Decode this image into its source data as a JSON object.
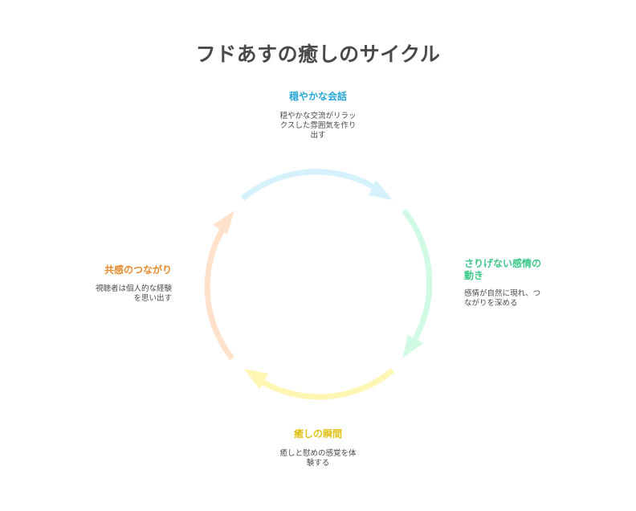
{
  "title": "フドあすの癒しのサイクル",
  "colors": {
    "top": "#27A8D8",
    "right": "#3CC98A",
    "bottom": "#E1C21B",
    "left": "#E68A2E",
    "arc_top": "#D4F1FC",
    "arc_right": "#D0FAE3",
    "arc_bottom": "#FFF6B3",
    "arc_left": "#FFE1CC"
  },
  "nodes": {
    "top": {
      "title": "穏やかな会話",
      "desc_lines": [
        "穏やかな交流がリラッ",
        "クスした雰囲気を作り",
        "出す"
      ]
    },
    "right": {
      "title_lines": [
        "さりげない感情の",
        "動き"
      ],
      "desc_lines": [
        "感情が自然に現れ、つ",
        "ながりを深める"
      ]
    },
    "bottom": {
      "title": "癒しの瞬間",
      "desc_lines": [
        "癒しと慰めの感覚を体",
        "験する"
      ]
    },
    "left": {
      "title": "共感のつながり",
      "desc_lines": [
        "視聴者は個人的な経験",
        "を思い出す"
      ]
    }
  }
}
